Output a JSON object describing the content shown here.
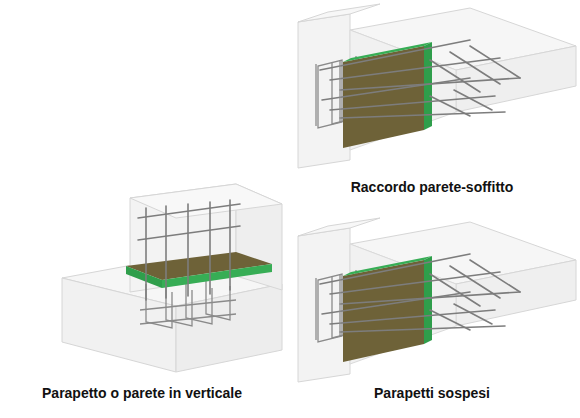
{
  "diagram": {
    "labels": [
      "Raccordo parete-soffitto",
      "Parapetto o parete in verticale",
      "Parapetti sospesi"
    ]
  }
}
